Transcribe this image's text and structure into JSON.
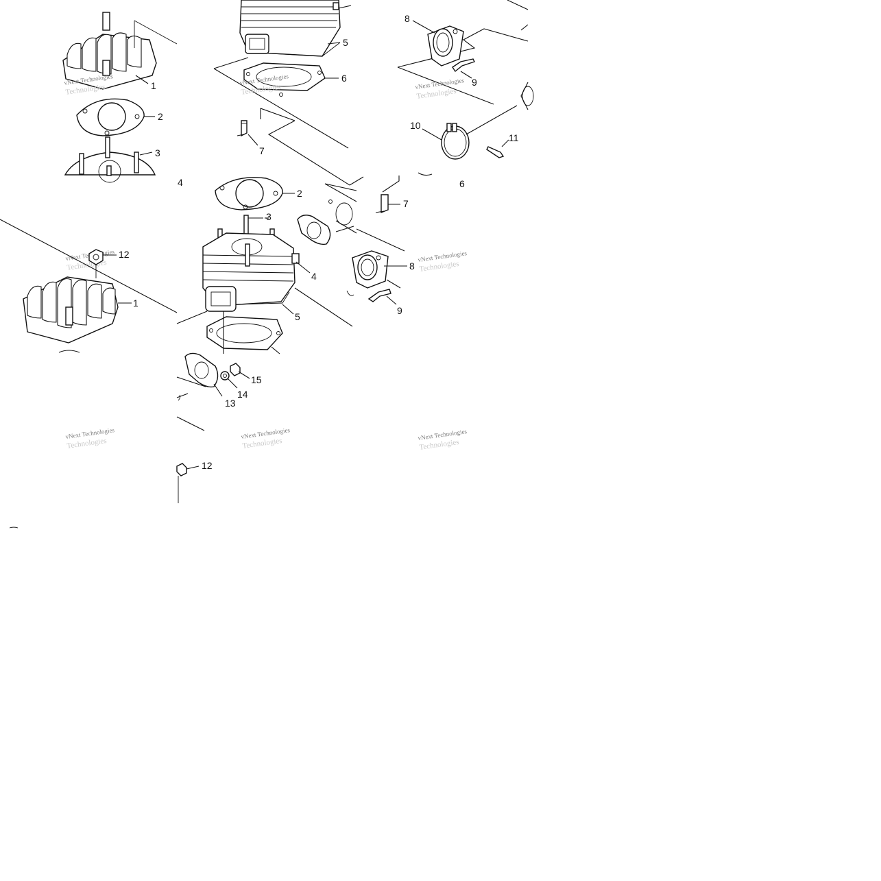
{
  "diagram": {
    "type": "exploded-parts-diagram",
    "watermark": "vNext Technologies",
    "callouts": {
      "c1a": "1",
      "c2a": "2",
      "c3a": "3",
      "c4a": "4",
      "c5a": "5",
      "c6a": "6",
      "c7a": "7",
      "c8a": "8",
      "c9a": "9",
      "c10": "10",
      "c11": "11",
      "c6b": "6",
      "c7b": "7",
      "c12a": "12",
      "c1b": "1",
      "c2b": "2",
      "c3b": "3",
      "c4b": "4",
      "c5b": "5",
      "c8b": "8",
      "c9b": "9",
      "c13": "13",
      "c14": "14",
      "c15": "15",
      "c12b": "12"
    }
  }
}
